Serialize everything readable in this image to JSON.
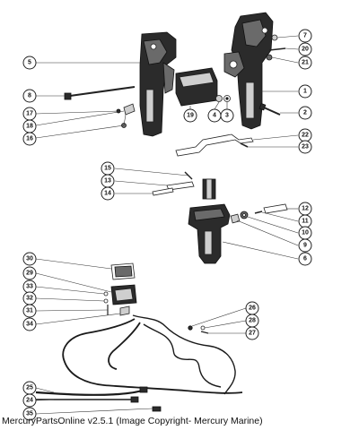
{
  "caption": "MercuryPartsOnline v2.5.1 (Image Copyright- Mercury Marine)",
  "callouts": {
    "c1": "1",
    "c2": "2",
    "c3": "3",
    "c4": "4",
    "c5": "5",
    "c6": "6",
    "c7": "7",
    "c8": "8",
    "c9": "9",
    "c10": "10",
    "c11": "11",
    "c12": "12",
    "c13": "13",
    "c14": "14",
    "c15": "15",
    "c16": "16",
    "c17": "17",
    "c18": "18",
    "c19": "19",
    "c20": "20",
    "c21": "21",
    "c22": "22",
    "c23": "23",
    "c24": "24",
    "c25": "25",
    "c26": "26",
    "c27": "27",
    "c28": "28",
    "c29": "29",
    "c30": "30",
    "c31": "31",
    "c32": "32",
    "c33": "33",
    "c34": "34",
    "c35": "35"
  }
}
